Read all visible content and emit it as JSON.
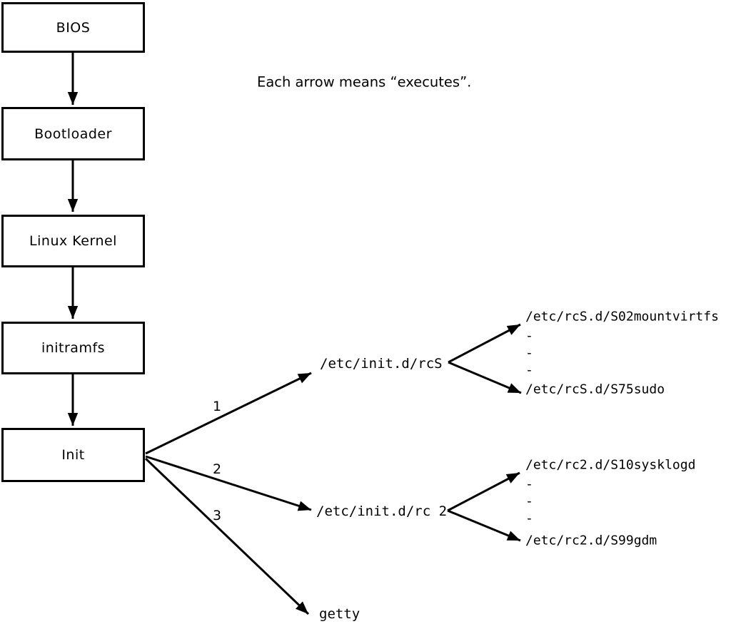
{
  "note": "Each arrow means “executes”.",
  "boot_chain": [
    {
      "label": "BIOS"
    },
    {
      "label": "Bootloader"
    },
    {
      "label": "Linux Kernel"
    },
    {
      "label": "initramfs"
    },
    {
      "label": "Init"
    }
  ],
  "init_edges": [
    {
      "label": "1",
      "target": "/etc/init.d/rcS"
    },
    {
      "label": "2",
      "target": "/etc/init.d/rc 2"
    },
    {
      "label": "3",
      "target": "getty"
    }
  ],
  "rcs_node": {
    "label": "/etc/init.d/rcS",
    "children": [
      "/etc/rcS.d/S02mountvirtfs",
      "-",
      "-",
      "-",
      "/etc/rcS.d/S75sudo"
    ]
  },
  "rc2_node": {
    "label": "/etc/init.d/rc 2",
    "children": [
      "/etc/rc2.d/S10sysklogd",
      "-",
      "-",
      "-",
      "/etc/rc2.d/S99gdm"
    ]
  },
  "getty_node": {
    "label": "getty"
  },
  "colors": {
    "stroke": "#000000",
    "background": "#ffffff"
  }
}
